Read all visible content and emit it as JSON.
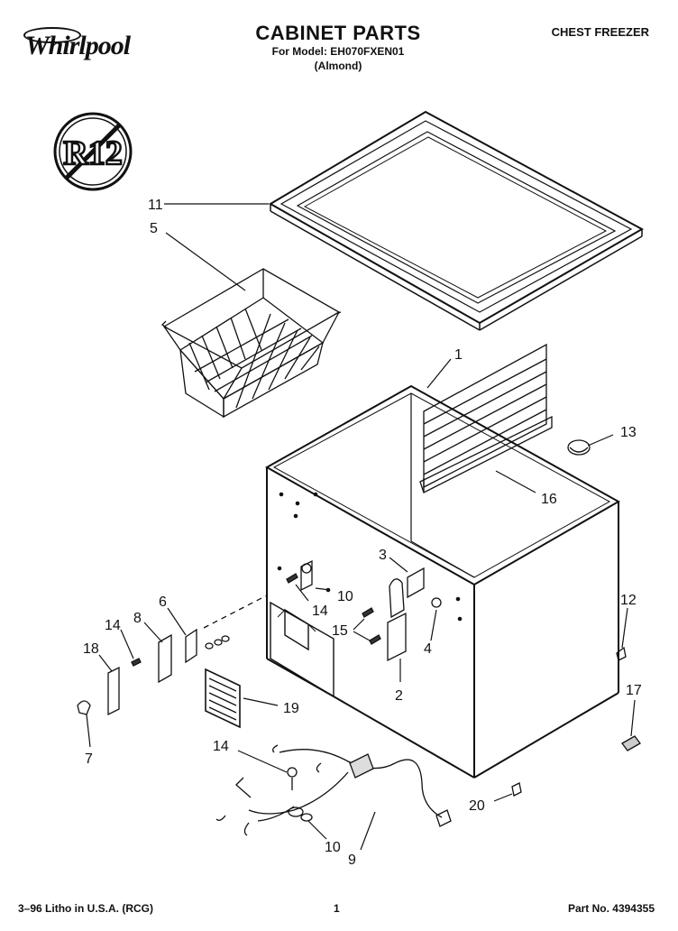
{
  "header": {
    "brand": "Whirlpool",
    "title": "CABINET PARTS",
    "model_line": "For Model: EH070FXEN01",
    "color_line": "(Almond)",
    "product_type": "CHEST FREEZER",
    "badge": "R12"
  },
  "callouts": [
    "11",
    "5",
    "1",
    "13",
    "16",
    "3",
    "10",
    "14",
    "12",
    "6",
    "8",
    "14",
    "18",
    "15",
    "4",
    "2",
    "19",
    "7",
    "17",
    "14",
    "20",
    "10",
    "9"
  ],
  "footer": {
    "litho": "3–96 Litho in U.S.A. (RCG)",
    "page": "1",
    "part_no": "Part No. 4394355"
  }
}
